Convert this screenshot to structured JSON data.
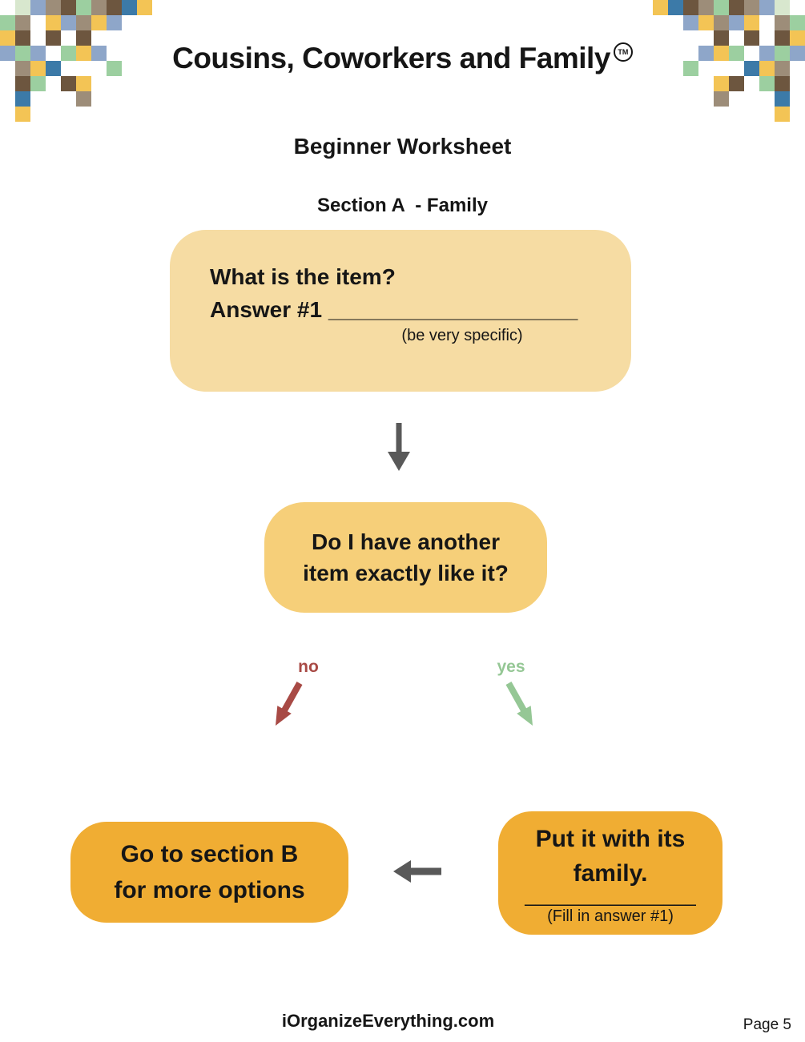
{
  "page": {
    "title": "Cousins, Coworkers and Family",
    "trademark": "TM",
    "subtitle": "Beginner Worksheet",
    "section_heading": "Section A  - Family",
    "footer": {
      "website": "iOrganizeEverything.com",
      "page_number": "Page 5"
    }
  },
  "flowchart": {
    "arrow_color": "#595959",
    "question_box": {
      "bg": "#f6dca3",
      "line1": "What is the item?",
      "answer_label": "Answer #1",
      "answer_blank": "____________________",
      "hint": "(be very specific)"
    },
    "decision_box": {
      "bg": "#f6cf79",
      "line1": "Do I have another",
      "line2": "item exactly like it?"
    },
    "no_branch": {
      "label": "no",
      "color": "#a84a45"
    },
    "yes_branch": {
      "label": "yes",
      "color": "#95c795"
    },
    "no_result_box": {
      "bg": "#f0ad33",
      "line1": "Go to section B",
      "line2": "for more options"
    },
    "yes_result_box": {
      "bg": "#f0ad33",
      "line1": "Put it with its",
      "line2": "family.",
      "blank": "________________",
      "hint": "(Fill in answer #1)"
    }
  },
  "decor": {
    "mosaic_palette": {
      "P": "#d8e7ce",
      "L": "#8ea6c9",
      "T": "#9d8d79",
      "D": "#6d563f",
      "G": "#9ccfa0",
      "B": "#3c7aa8",
      "Y": "#f3c455"
    },
    "mosaic_rows": [
      ".PLTDGTDBY",
      "GT.YLTYL..",
      "YD.D.D....",
      "LGL.GYL...",
      ".TYB...G..",
      ".DG.DY....",
      ".B...T....",
      ".Y........"
    ]
  }
}
